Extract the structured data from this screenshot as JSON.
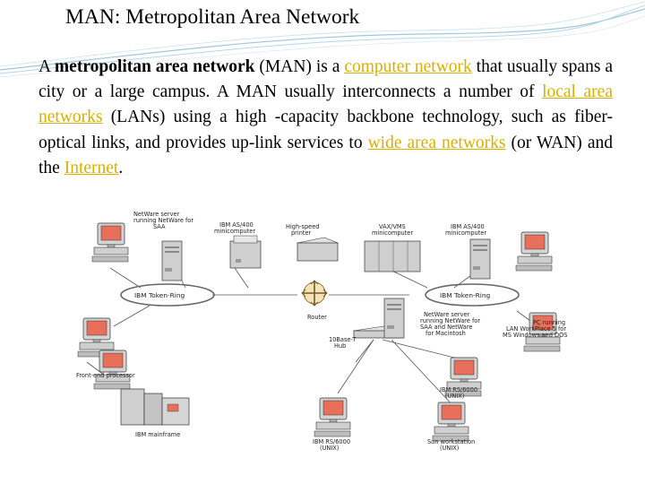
{
  "title": "MAN: Metropolitan Area Network",
  "paragraph": {
    "p1": "A ",
    "term": "metropolitan area network",
    "p2": " (MAN) is a ",
    "link1": "computer network",
    "p3": " that usually spans a city or a large campus. A MAN usually interconnects a number of ",
    "link2": "local area networks",
    "p4": " (LANs) using a high -capacity backbone technology, such as fiber-optical links, and provides up-link services to ",
    "link3": "wide area networks",
    "p5": " (or WAN) and the ",
    "link4": "Internet",
    "p6": "."
  },
  "diagram": {
    "labels": {
      "netware_saa": [
        "NetWare server",
        "running NetWare for",
        "SAA"
      ],
      "as400_left": [
        "IBM AS/400",
        "minicomputer"
      ],
      "printer": [
        "High-speed",
        "printer"
      ],
      "vax": [
        "VAX/VMS",
        "minicomputer"
      ],
      "as400_right": [
        "IBM AS/400",
        "minicomputer"
      ],
      "ring_left": "IBM Token-Ring",
      "ring_right": "IBM Token-Ring",
      "router": "Router",
      "netware_mac": [
        "NetWare server",
        "running NetWare for",
        "SAA and NetWare",
        "for Macintosh"
      ],
      "pc_lan": [
        "PC running",
        "LAN WorkPlace 5 for",
        "MS Windows and DOS"
      ],
      "hub": [
        "10Base-T",
        "Hub"
      ],
      "fep": "Front-end processor",
      "mainframe": "IBM mainframe",
      "rs6000_right": [
        "IBM RS/6000",
        "(UNIX)"
      ],
      "rs6000_bottom": [
        "IBM RS/6000",
        "(UNIX)"
      ],
      "sun": [
        "Sun workstation",
        "(UNIX)"
      ]
    }
  },
  "colors": {
    "link": "#d8b000",
    "screen": "#e8705a",
    "device": "#c9c9c9",
    "decoration": "#9ec7dd"
  }
}
